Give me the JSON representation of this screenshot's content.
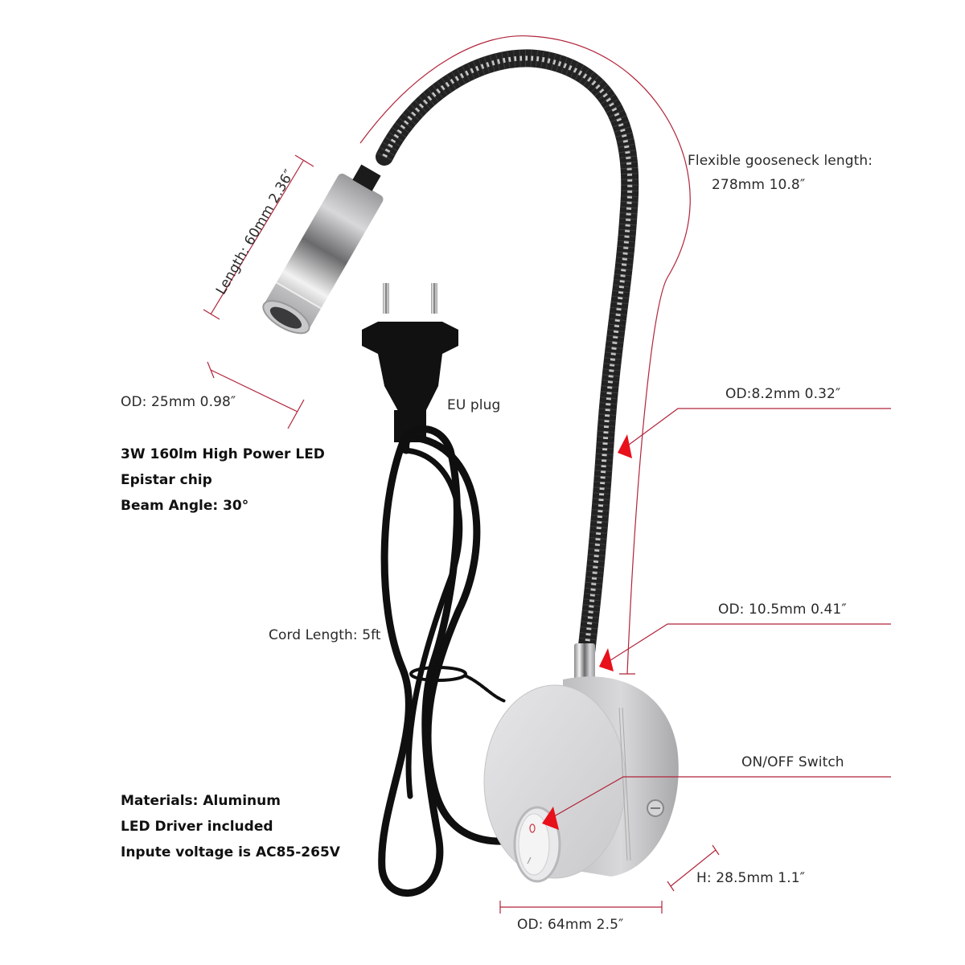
{
  "product": {
    "type": "Flexible gooseneck LED wall reading lamp",
    "colors": {
      "dimension_line": "#b0243a",
      "arrow": "#e8101a",
      "body_aluminum": "#d6d6d8",
      "cord": "#111111",
      "background": "#ffffff"
    }
  },
  "annotations": {
    "gooseneck_length": {
      "title": "Flexible gooseneck length:",
      "value": "278mm  10.8″"
    },
    "head_length": "Length: 60mm 2.36″",
    "head_od": "OD: 25mm  0.98″",
    "eu_plug": "EU plug",
    "od_gooseneck": "OD:8.2mm    0.32″",
    "od_base_tube": "OD: 10.5mm    0.41″",
    "cord_length": "Cord Length: 5ft",
    "switch": "ON/OFF Switch",
    "base_height": "H: 28.5mm  1.1″",
    "base_od": "OD: 64mm   2.5″"
  },
  "specs_top": [
    "3W 160lm High Power LED",
    "Epistar chip",
    "Beam Angle: 30°"
  ],
  "specs_bottom": [
    "Materials: Aluminum",
    "LED Driver included",
    "Inpute voltage is AC85-265V"
  ],
  "icons": {
    "switch_on_symbol": "∣",
    "switch_off_symbol": "○"
  }
}
